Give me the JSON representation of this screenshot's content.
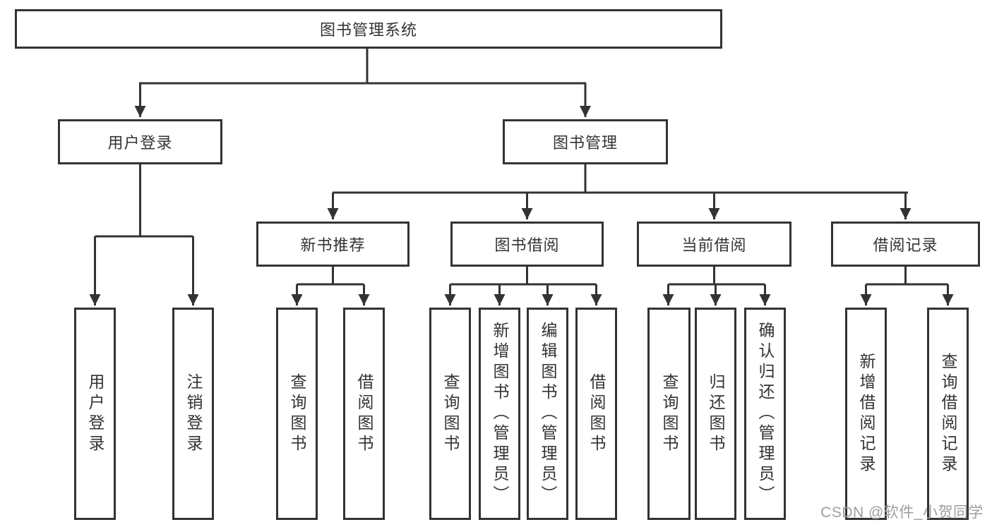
{
  "tree": {
    "label": "图书管理系统",
    "children": [
      {
        "label": "用户登录",
        "children": [
          {
            "label": "用户登录"
          },
          {
            "label": "注销登录"
          }
        ]
      },
      {
        "label": "图书管理",
        "children": [
          {
            "label": "新书推荐",
            "children": [
              {
                "label": "查询图书"
              },
              {
                "label": "借阅图书"
              }
            ]
          },
          {
            "label": "图书借阅",
            "children": [
              {
                "label": "查询图书"
              },
              {
                "label": "新增图书（管理员）"
              },
              {
                "label": "编辑图书（管理员）"
              },
              {
                "label": "借阅图书"
              }
            ]
          },
          {
            "label": "当前借阅",
            "children": [
              {
                "label": "查询图书"
              },
              {
                "label": "归还图书"
              },
              {
                "label": "确认归还（管理员）"
              }
            ]
          },
          {
            "label": "借阅记录",
            "children": [
              {
                "label": "新增借阅记录"
              },
              {
                "label": "查询借阅记录"
              }
            ]
          }
        ]
      }
    ]
  },
  "watermark": {
    "text": "CSDN @软件_小贺同学"
  },
  "colors": {
    "line": "#333333",
    "node_border": "#333333",
    "text": "#333333",
    "watermark": "#9e9e9e",
    "background": "#ffffff"
  }
}
